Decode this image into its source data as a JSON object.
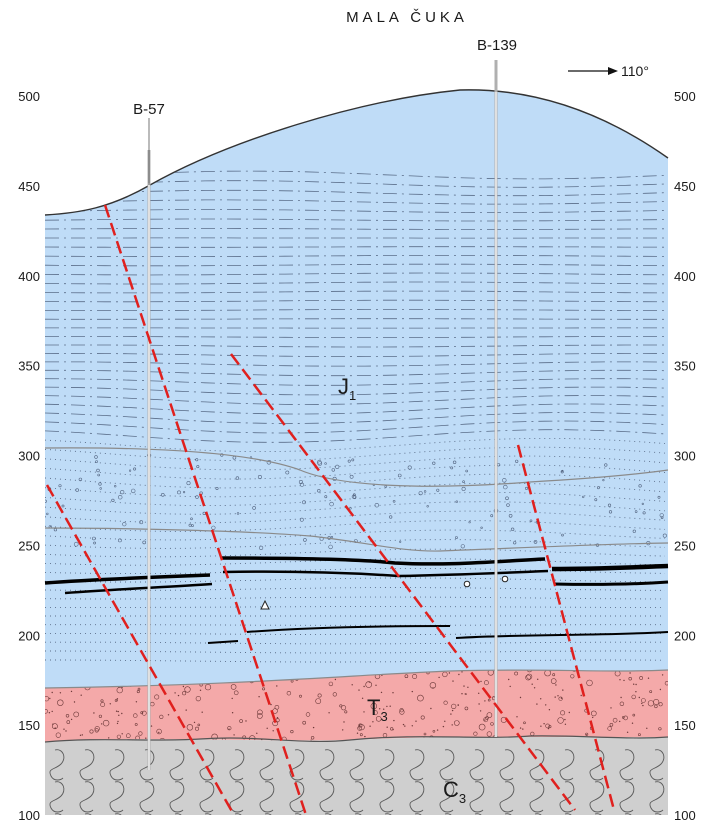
{
  "title": "MALA ČUKA",
  "direction": {
    "label": "110°"
  },
  "axis": {
    "ticks": [
      "500",
      "450",
      "400",
      "350",
      "300",
      "250",
      "200",
      "150",
      "100"
    ]
  },
  "boreholes": [
    {
      "name": "B-57"
    },
    {
      "name": "B-139"
    }
  ],
  "units": [
    {
      "symbol": "J",
      "subscript": "1",
      "color": "#bfdcf7"
    },
    {
      "symbol": "T",
      "subscript": "3",
      "color": "#f4a9a9"
    },
    {
      "symbol": "C",
      "subscript": "3",
      "color": "#cfcfcf"
    }
  ],
  "colors": {
    "fault": "#e0201e",
    "coal": "#000000",
    "contact": "#8a8a8a",
    "borehole": "#b0b0b0"
  }
}
